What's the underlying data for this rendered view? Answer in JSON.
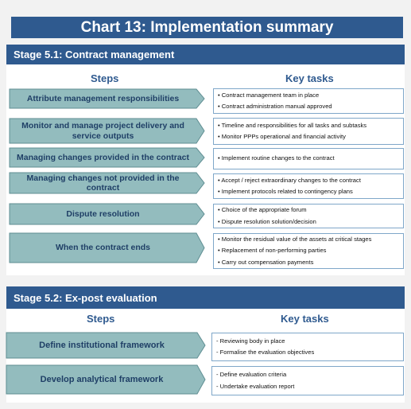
{
  "title": "Chart 13: Implementation summary",
  "colors": {
    "header": "#2f5a8f",
    "step_fill": "#93bcbe",
    "step_stroke": "#5f8e92",
    "task_border": "#7fa7c9",
    "heading_text": "#2f5a8f"
  },
  "stage1": {
    "title": "Stage 5.1:  Contract management",
    "steps_header": "Steps",
    "tasks_header": "Key tasks",
    "rows": [
      {
        "step": "Attribute management responsibilities",
        "tasks": [
          "• Contract management team in place",
          "• Contract administration manual approved"
        ]
      },
      {
        "step": "Monitor and manage project delivery and service outputs",
        "tasks": [
          "• Timeline and responsibilities for all tasks and subtasks",
          "• Monitor PPPs operational and financial activity"
        ]
      },
      {
        "step": "Managing changes provided in the contract",
        "tasks": [
          "• Implement routine changes to the contract"
        ]
      },
      {
        "step": "Managing changes not provided in the contract",
        "tasks": [
          "• Accept / reject extraordinary changes to the contract",
          "• Implement protocols related to contingency plans"
        ]
      },
      {
        "step": "Dispute resolution",
        "tasks": [
          "• Choice of the appropriate forum",
          "• Dispute resolution solution/decision"
        ]
      },
      {
        "step": "When the contract ends",
        "tasks": [
          "• Monitor the residual value of the assets at critical stages",
          "• Replacement of non-performing parties",
          "• Carry out compensation payments"
        ]
      }
    ]
  },
  "stage2": {
    "title": "Stage 5.2:  Ex-post evaluation",
    "steps_header": "Steps",
    "tasks_header": "Key tasks",
    "rows": [
      {
        "step": "Define institutional framework",
        "tasks": [
          "- Reviewing body in place",
          "- Formalise the evaluation objectives"
        ]
      },
      {
        "step": "Develop analytical framework",
        "tasks": [
          "- Define evaluation criteria",
          "- Undertake evaluation report"
        ]
      }
    ]
  }
}
